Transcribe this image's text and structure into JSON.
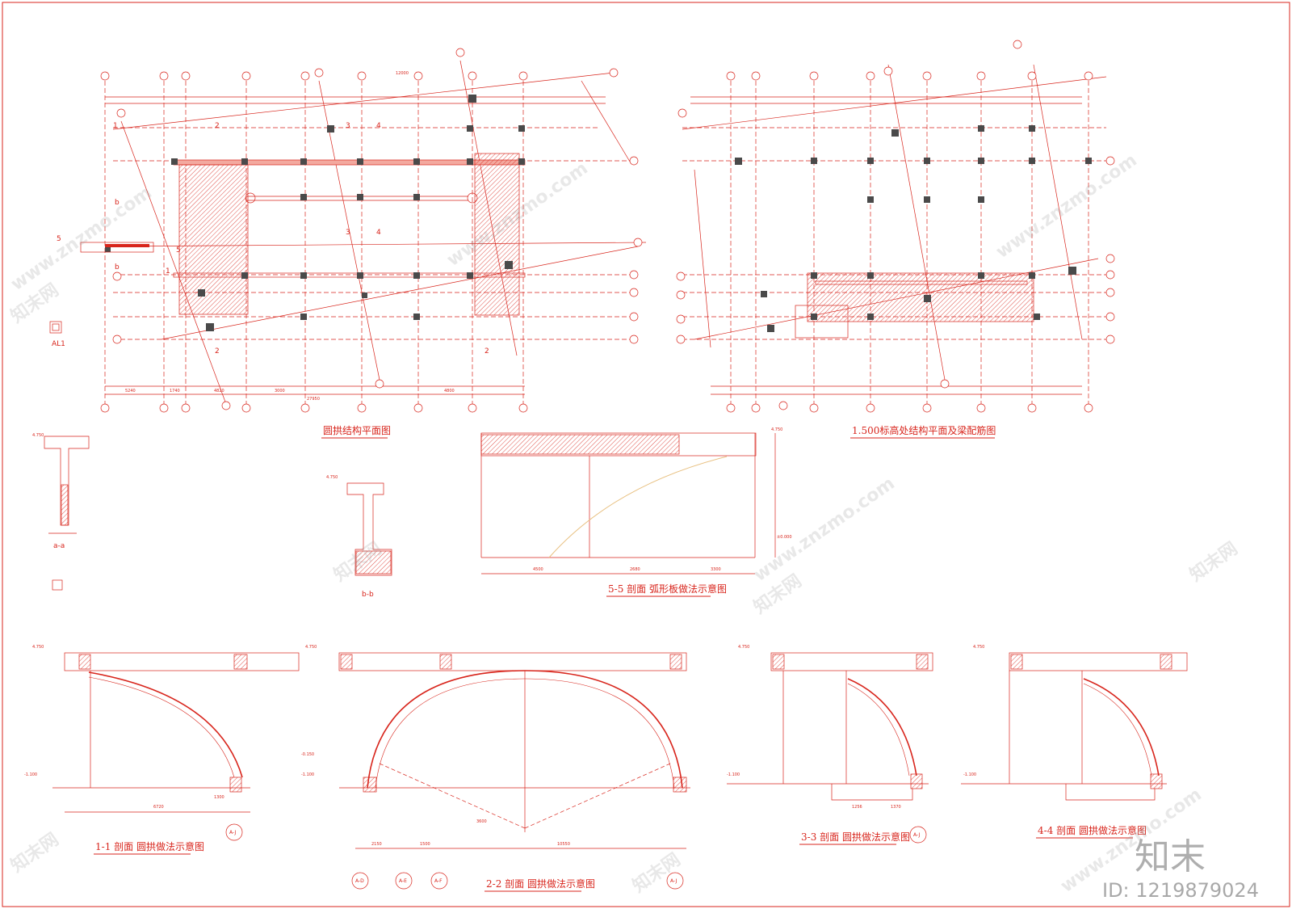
{
  "drawing_titles": {
    "arch_plan": "圆拱结构平面图",
    "level_plan": "1.500标高处结构平面及梁配筋图",
    "section_55": "5-5 剖面  弧形板做法示意图",
    "section_11": "1-1 剖面  圆拱做法示意图",
    "section_22": "2-2 剖面  圆拱做法示意图",
    "section_33": "3-3 剖面  圆拱做法示意图",
    "section_44": "4-4 剖面  圆拱做法示意图",
    "detail_bb": "b-b",
    "detail_aa": "a-a",
    "detail_al1": "AL1"
  },
  "section_marks": {
    "m1": "1",
    "m2": "2",
    "m3": "3",
    "m4": "4",
    "m5": "5",
    "mb": "b"
  },
  "grid_labels": {
    "aj": "A-J",
    "ad": "A-D",
    "ae": "A-E",
    "af": "A-F"
  },
  "elevations": {
    "e4750": "4.750",
    "e0000": "±0.000",
    "em1100": "-1.100",
    "em0150": "-0.150"
  },
  "dimensions": {
    "d5240": "5240",
    "d1740": "1740",
    "d4820": "4820",
    "d3000": "3000",
    "d4800": "4800",
    "d27950": "27950",
    "d12000": "12000",
    "d6720": "6720",
    "d10550": "10550",
    "d2150": "2150",
    "d1500": "1500",
    "d3600": "3600",
    "d4500": "4500",
    "d1300": "1300",
    "d2680": "2680",
    "d3300": "3300",
    "d1256": "1256",
    "d1370": "1370"
  },
  "watermark": {
    "brand_logo": "知末",
    "site_url": "www.znzmo.com",
    "site_cn": "知末网",
    "id_text": "ID: 1219879024"
  },
  "colors": {
    "line": "#d8251c",
    "fill_hatch": "#f3a99f",
    "column": "#4a4a4a",
    "watermark": "#9a9a9a"
  }
}
